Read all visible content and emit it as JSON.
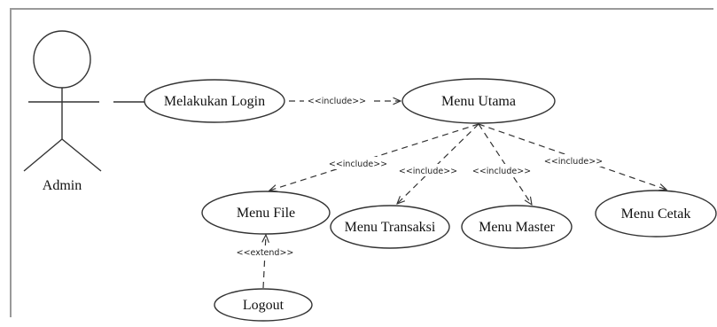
{
  "diagram": {
    "actor": {
      "name": "Admin"
    },
    "use_cases": {
      "login": "Melakukan Login",
      "main_menu": "Menu Utama",
      "file": "Menu File",
      "transaction": "Menu Transaksi",
      "master": "Menu Master",
      "print": "Menu Cetak",
      "logout": "Logout"
    },
    "relations": {
      "login_to_main": "<<include>>",
      "main_to_file": "<<include>>",
      "main_to_transaction": "<<include>>",
      "main_to_master": "<<include>>",
      "main_to_print": "<<include>>",
      "logout_to_file": "<<extend>>"
    },
    "colors": {
      "line": "#333333",
      "frame": "#9a9a9a",
      "background": "#ffffff"
    }
  }
}
